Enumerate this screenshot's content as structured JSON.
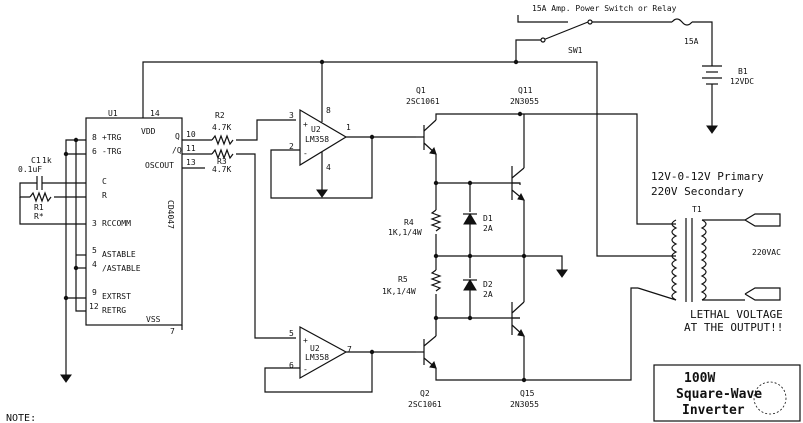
{
  "ic_u1": {
    "ref": "U1",
    "part": "CD4047",
    "pins": {
      "p8": "8",
      "p6": "6",
      "p10": "10",
      "p11": "11",
      "p13": "13",
      "p14": "14",
      "p3": "3",
      "p5": "5",
      "p4": "4",
      "p9": "9",
      "p12": "12",
      "p7": "7"
    },
    "labels": {
      "trg_pos": "+TRG",
      "trg_neg": "-TRG",
      "vdd": "VDD",
      "q": "Q",
      "q_bar": "/Q",
      "c": "C",
      "r": "R",
      "rccomm": "RCCOMM",
      "oscout": "OSCOUT",
      "astable": "ASTABLE",
      "astable_bar": "/ASTABLE",
      "extrst": "EXTRST",
      "retrg": "RETRG",
      "vss": "VSS"
    }
  },
  "opamp_top": {
    "ref": "U2",
    "part": "LM358",
    "pin3": "3",
    "pin2": "2",
    "pin1": "1",
    "pin8": "8",
    "pin4": "4"
  },
  "opamp_bottom": {
    "ref": "U2",
    "part": "LM358",
    "pin5": "5",
    "pin6": "6",
    "pin7": "7"
  },
  "resistors": {
    "r2_ref": "R2",
    "r2_val": "4.7K",
    "r3_ref": "R3",
    "r3_val": "4.7K",
    "r4_ref": "R4",
    "r4_val": "1K,1/4W",
    "r5_ref": "R5",
    "r5_val": "1K,1/4W",
    "r1_ref": "R1",
    "r1_val": "R*"
  },
  "capacitor": {
    "ref": "C1",
    "val": "0.1uF",
    "marker": "1k"
  },
  "transistors": {
    "q1_ref": "Q1",
    "q1_part": "2SC1061",
    "q2_ref": "Q2",
    "q2_part": "2SC1061",
    "q11_ref": "Q11",
    "q11_part": "2N3055",
    "q15_ref": "Q15",
    "q15_part": "2N3055"
  },
  "diodes": {
    "d1_ref": "D1",
    "d1_val": "2A",
    "d2_ref": "D2",
    "d2_val": "2A"
  },
  "power": {
    "switch_caption": "15A Amp. Power Switch or Relay",
    "switch_ref": "SW1",
    "fuse_val": "15A",
    "battery_ref": "B1",
    "battery_val": "12VDC"
  },
  "transformer": {
    "ref": "T1",
    "primary_note": "12V-0-12V Primary",
    "secondary_note": "220V Secondary",
    "output_label": "220VAC",
    "warning_line1": "LETHAL VOLTAGE",
    "warning_line2": "AT THE OUTPUT!!"
  },
  "title_box": {
    "line1": "100W",
    "line2": "Square-Wave",
    "line3": "Inverter"
  },
  "note_label": "NOTE:"
}
